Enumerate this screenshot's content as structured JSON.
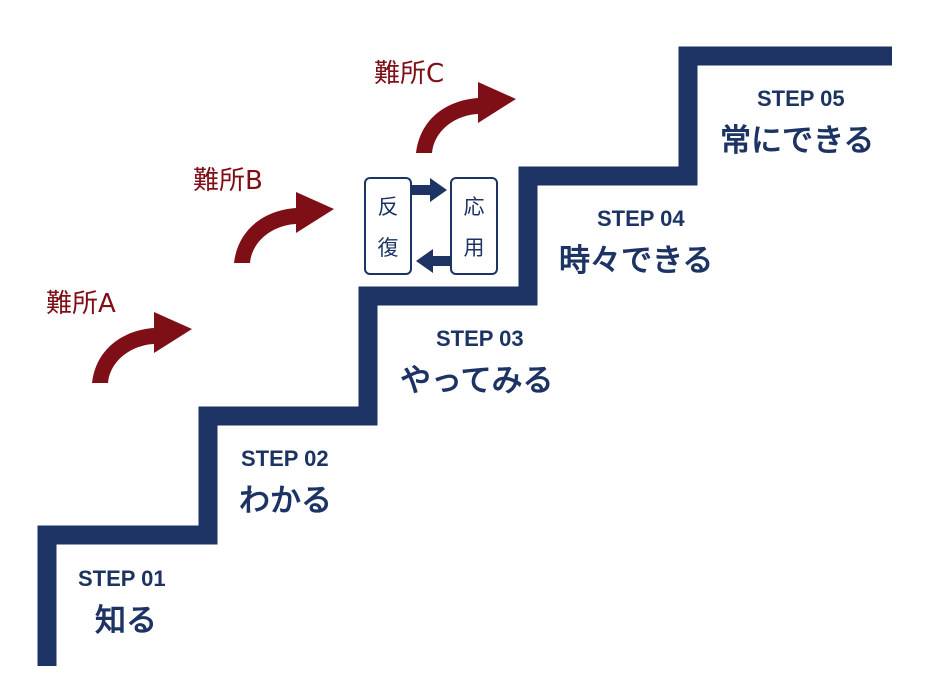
{
  "colors": {
    "navy": "#1c3364",
    "maroon": "#7f0f17",
    "background": "#ffffff"
  },
  "steps": [
    {
      "number": "STEP 01",
      "label": "知る"
    },
    {
      "number": "STEP 02",
      "label": "わかる"
    },
    {
      "number": "STEP 03",
      "label": "やってみる"
    },
    {
      "number": "STEP 04",
      "label": "時々できる"
    },
    {
      "number": "STEP 05",
      "label": "常にできる"
    }
  ],
  "difficulties": [
    {
      "label": "難所A",
      "icon": "curved-arrow-icon"
    },
    {
      "label": "難所B",
      "icon": "curved-arrow-icon"
    },
    {
      "label": "難所C",
      "icon": "curved-arrow-icon"
    }
  ],
  "cycle": {
    "left_box": {
      "line1": "反",
      "line2": "復"
    },
    "right_box": {
      "line1": "応",
      "line2": "用"
    },
    "arrows": [
      "arrow-right-icon",
      "arrow-left-icon"
    ]
  }
}
